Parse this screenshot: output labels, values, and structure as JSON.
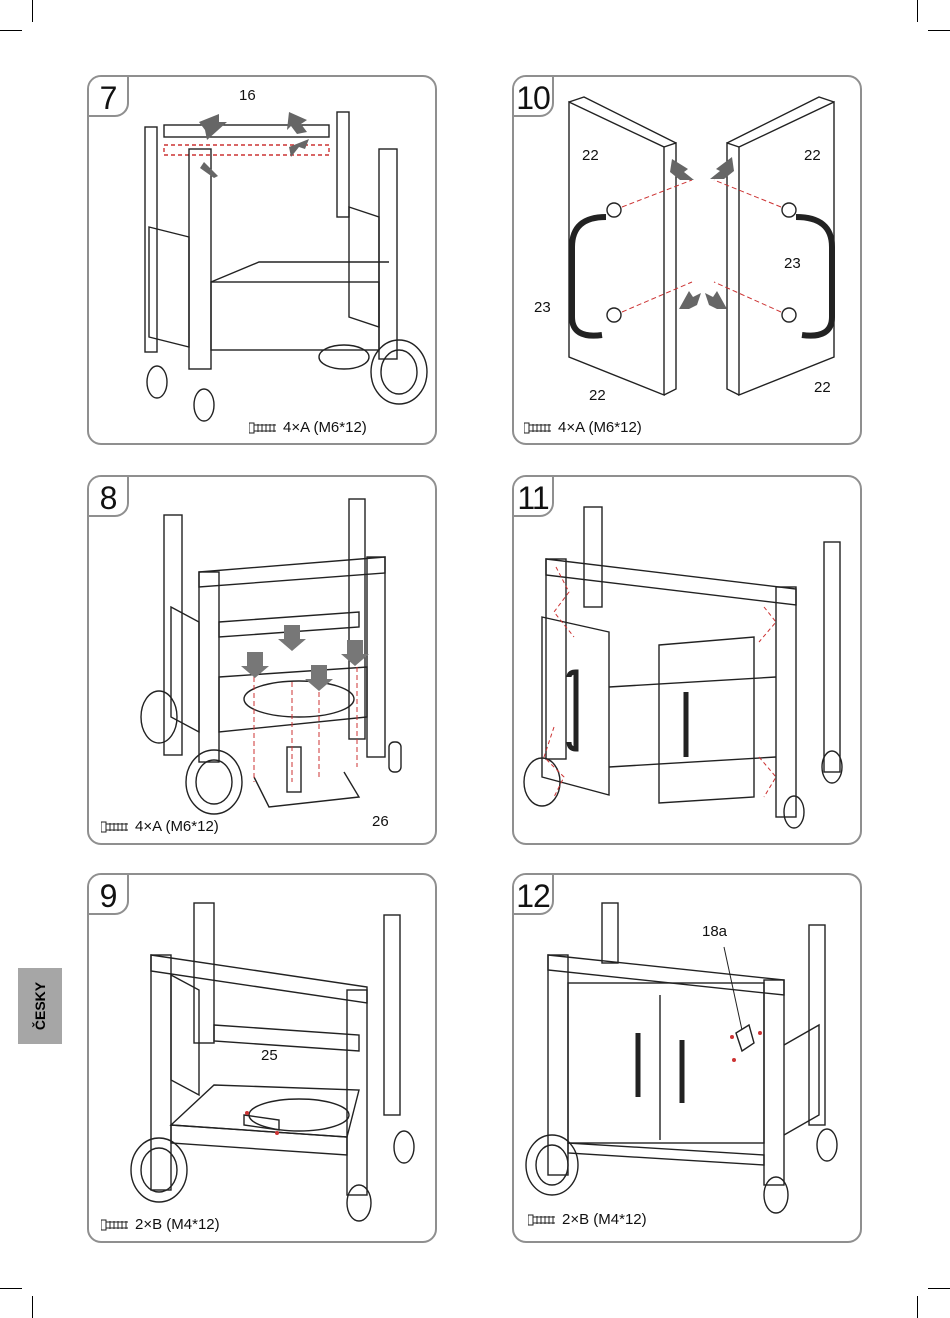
{
  "sidebar_tab": "ČESKY",
  "steps": [
    {
      "number": "7",
      "labels": [
        "16"
      ],
      "screw": "4×A (M6*12)"
    },
    {
      "number": "10",
      "labels": [
        "22",
        "22",
        "23",
        "23",
        "22",
        "22"
      ],
      "screw": "4×A (M6*12)"
    },
    {
      "number": "8",
      "labels": [
        "26"
      ],
      "screw": "4×A (M6*12)"
    },
    {
      "number": "11",
      "labels": [],
      "screw": ""
    },
    {
      "number": "9",
      "labels": [
        "25"
      ],
      "screw": "2×B (M4*12)"
    },
    {
      "number": "12",
      "labels": [
        "18a"
      ],
      "screw": "2×B (M4*12)"
    }
  ]
}
